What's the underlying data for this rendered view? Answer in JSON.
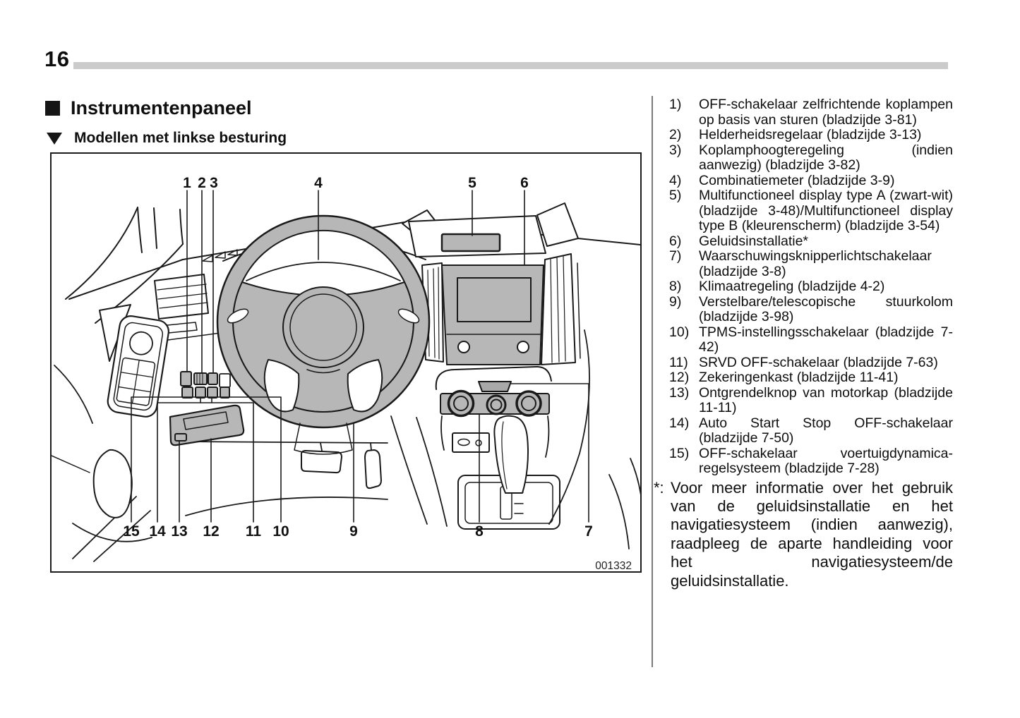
{
  "page_number": "16",
  "heading": {
    "title": "Instrumentenpaneel",
    "subtitle": "Modellen met linkse besturing"
  },
  "figure": {
    "image_code": "001332",
    "callouts_top": [
      "1",
      "2",
      "3",
      "4",
      "5",
      "6"
    ],
    "callouts_bottom": [
      "15",
      "14",
      "13",
      "12",
      "11",
      "10",
      "9",
      "8",
      "7"
    ]
  },
  "legend": {
    "items": [
      {
        "num": "1)",
        "text": "OFF-schakelaar zelfrichtende koplampen op basis van sturen (bladzijde 3-81)"
      },
      {
        "num": "2)",
        "text": "Helderheidsregelaar (bladzijde 3-13)"
      },
      {
        "num": "3)",
        "text": "Koplamphoogteregeling (indien aanwezig) (bladzijde 3-82)"
      },
      {
        "num": "4)",
        "text": "Combinatiemeter (bladzijde 3-9)"
      },
      {
        "num": "5)",
        "text": "Multifunctioneel display type A (zwart-wit) (bladzijde 3-48)/Multifunctioneel display type B (kleurenscherm) (bladzijde 3-54)"
      },
      {
        "num": "6)",
        "text": "Geluidsinstallatie*"
      },
      {
        "num": "7)",
        "text": "Waarschuwingsknipperlichtschakelaar (bladzijde 3-8)"
      },
      {
        "num": "8)",
        "text": "Klimaatregeling (bladzijde 4-2)"
      },
      {
        "num": "9)",
        "text": "Verstelbare/telescopische stuurkolom (bladzijde 3-98)"
      },
      {
        "num": "10)",
        "text": "TPMS-instellingsschakelaar (bladzijde 7-42)"
      },
      {
        "num": "11)",
        "text": "SRVD OFF-schakelaar (bladzijde 7-63)"
      },
      {
        "num": "12)",
        "text": "Zekeringenkast (bladzijde 11-41)"
      },
      {
        "num": "13)",
        "text": "Ontgrendelknop van motorkap (bladzijde 11-11)"
      },
      {
        "num": "14)",
        "text": "Auto Start Stop OFF-schakelaar (bladzijde 7-50)"
      },
      {
        "num": "15)",
        "text": "OFF-schakelaar voertuigdynamica-regelsysteem (bladzijde 7-28)"
      }
    ],
    "footnote": {
      "marker": "*:",
      "text": "Voor meer informatie over het gebruik van de geluidsinstallatie en het navigatiesysteem (indien aanwezig), raadpleeg de aparte handleiding voor het navigatiesysteem/de geluidsinstallatie."
    }
  },
  "colors": {
    "diagram_gray": "#b7b7b7",
    "line": "#1a1a1a",
    "rule_bar": "#cbcbcb"
  }
}
